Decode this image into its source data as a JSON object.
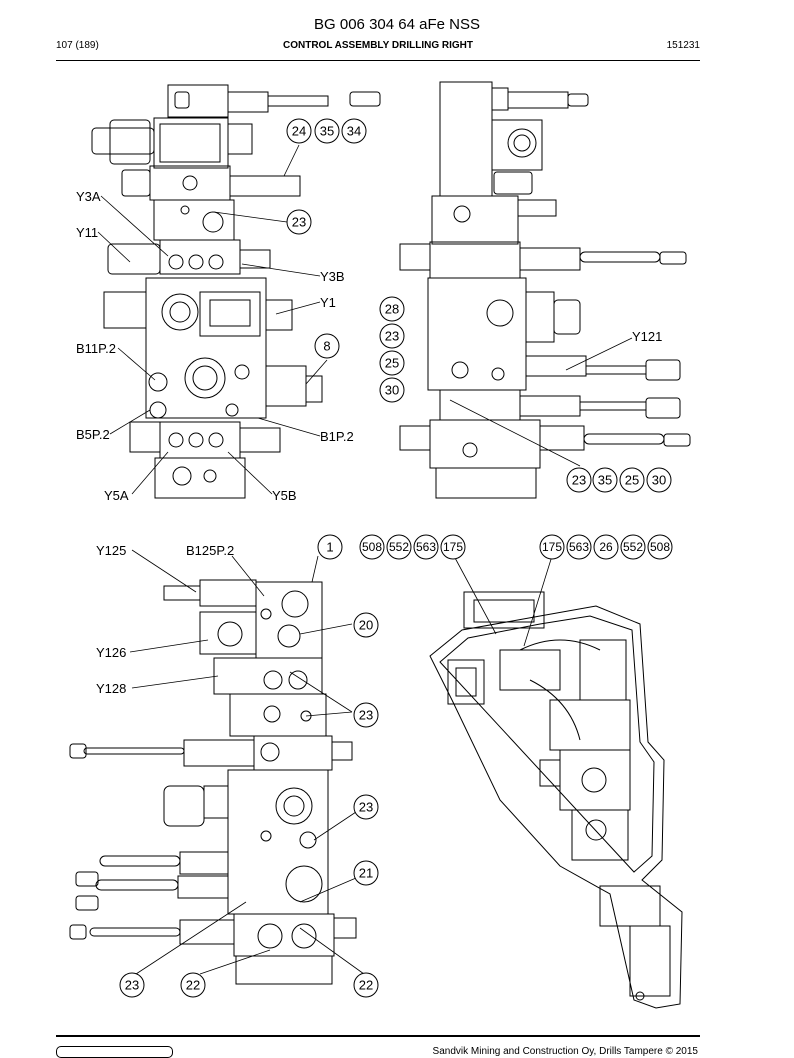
{
  "header": {
    "title": "BG 006 304 64 aFe NSS",
    "page": "107 (189)",
    "section": "CONTROL ASSEMBLY DRILLING RIGHT",
    "code": "151231"
  },
  "footer": {
    "copyright": "Sandvik Mining and Construction Oy, Drills Tampere © 2015"
  },
  "fig1": {
    "labels": [
      "Y3A",
      "Y11",
      "B11P.2",
      "B5P.2",
      "Y5A",
      "Y5B",
      "B1P.2",
      "Y1",
      "Y3B"
    ],
    "callouts": [
      "24",
      "35",
      "34",
      "23",
      "8"
    ]
  },
  "fig2": {
    "labels": [
      "Y121"
    ],
    "callouts": [
      "28",
      "23",
      "25",
      "30",
      "23",
      "35",
      "25",
      "30"
    ]
  },
  "fig3": {
    "labels": [
      "Y125",
      "B125P.2",
      "Y126",
      "Y128"
    ],
    "callouts": [
      "1",
      "20",
      "23",
      "23",
      "21",
      "23",
      "22",
      "22"
    ]
  },
  "fig4": {
    "callouts": [
      "508",
      "552",
      "563",
      "175",
      "175",
      "563",
      "26",
      "552",
      "508"
    ]
  }
}
